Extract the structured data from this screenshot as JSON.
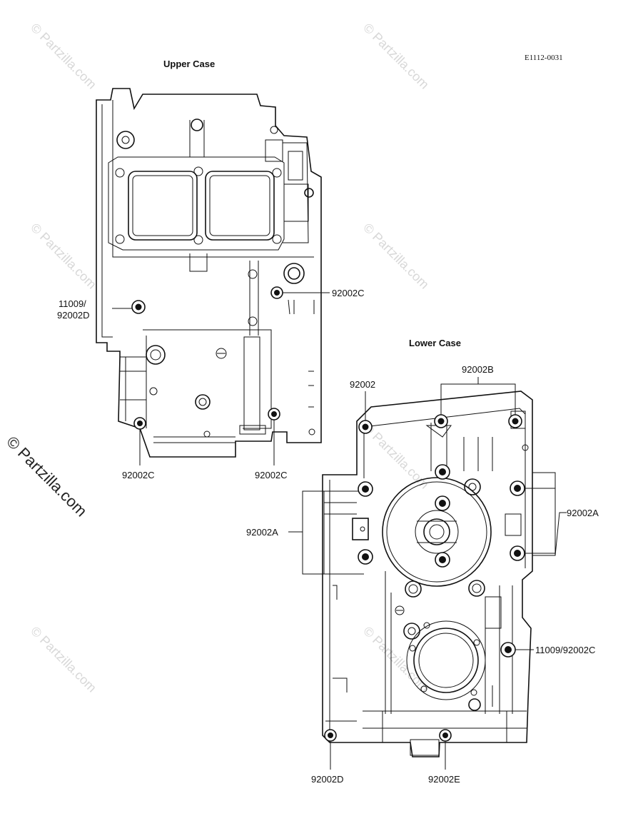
{
  "diagram": {
    "code": "E1112-0031",
    "sections": {
      "upper": "Upper Case",
      "lower": "Lower Case"
    },
    "watermark": "© Partzilla.com",
    "side_watermark": "© Partzilla.com",
    "labels": {
      "upper_right_c": "92002C",
      "upper_left_top": "11009/",
      "upper_left_bottom": "92002D",
      "upper_bottom_left_c": "92002C",
      "upper_bottom_right_c": "92002C",
      "lower_top_left": "92002",
      "lower_top_b": "92002B",
      "lower_right_a": "92002A",
      "lower_left_a": "92002A",
      "lower_right_combo": "11009/92002C",
      "lower_bottom_d": "92002D",
      "lower_bottom_e": "92002E"
    }
  }
}
